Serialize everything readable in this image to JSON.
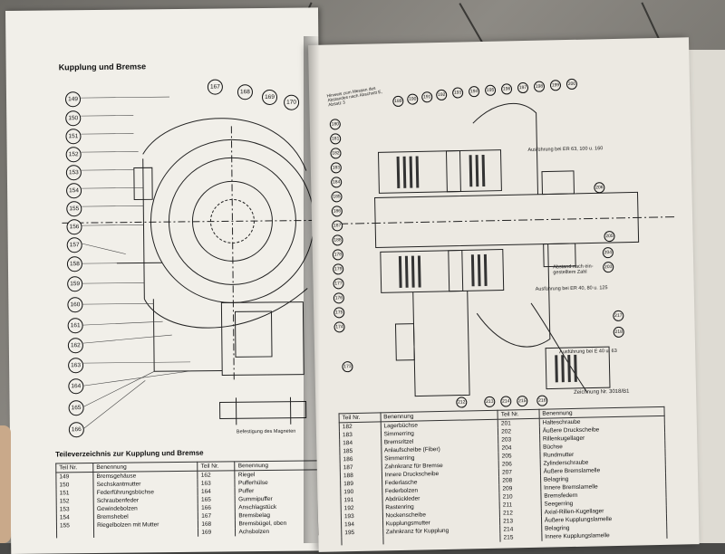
{
  "left_page": {
    "heading": "Kupplung und Bremse",
    "callouts": [
      "149",
      "150",
      "151",
      "152",
      "153",
      "154",
      "155",
      "156",
      "157",
      "158",
      "159",
      "160",
      "161",
      "162",
      "163",
      "164",
      "165",
      "166",
      "167",
      "168",
      "169",
      "170"
    ],
    "magnet_caption": "Befestigung des Magneten",
    "table_title": "Teileverzeichnis zur Kupplung und Bremse",
    "table_headers": [
      "Teil Nr.",
      "Benennung",
      "Teil Nr.",
      "Benennung"
    ],
    "rows": [
      [
        "149",
        "Bremsgehäuse",
        "162",
        "Riegel"
      ],
      [
        "150",
        "Sechskantmutter",
        "163",
        "Pufferhülse"
      ],
      [
        "151",
        "Federführungsbüchse",
        "164",
        "Puffer"
      ],
      [
        "152",
        "Schraubenfeder",
        "165",
        "Gummipuffer"
      ],
      [
        "153",
        "Gewindebolzen",
        "166",
        "Anschlagstück"
      ],
      [
        "154",
        "Bremshebel",
        "167",
        "Bremsbelag"
      ],
      [
        "155",
        "Riegelbolzen mit Mutter",
        "168",
        "Bremsbügel, oben"
      ],
      [
        "",
        "",
        "169",
        "Achsbolzen"
      ]
    ]
  },
  "right_page": {
    "top_note": "Hinweis zum Messen des Abstandes nach Abschnitt E, Absatz 3",
    "top_callouts": [
      "189",
      "190",
      "191",
      "192",
      "193",
      "194",
      "195",
      "196",
      "197",
      "198",
      "199",
      "200"
    ],
    "left_callouts": [
      "180",
      "181",
      "182",
      "183",
      "184",
      "185",
      "186",
      "187",
      "188",
      "178",
      "179",
      "177",
      "176",
      "175",
      "174",
      "173"
    ],
    "right_callouts": [
      "206",
      "205",
      "204",
      "203",
      "217",
      "218"
    ],
    "bottom_callouts": [
      "212",
      "213",
      "214",
      "215",
      "216"
    ],
    "note_er63": "Ausführung bei ER 63, 100 u. 160",
    "note_distance": "Abstand nach ein-gestelltem Zahl",
    "note_er40": "Ausführung bei ER 40, 80 u. 125",
    "note_e40": "Ausführung bei E 40 u. 63",
    "drawing_number": "Zeichnung Nr. 3018/B1",
    "table_headers": [
      "Teil Nr.",
      "Benennung",
      "Teil Nr.",
      "Benennung"
    ],
    "rows": [
      [
        "182",
        "Lagerbüchse",
        "201",
        "Halteschraube"
      ],
      [
        "183",
        "Simmerring",
        "202",
        "Äußere Druckscheibe"
      ],
      [
        "184",
        "Bremsritzel",
        "203",
        "Rillenkugellager"
      ],
      [
        "185",
        "Anlaufscheibe (Fiber)",
        "204",
        "Büchse"
      ],
      [
        "186",
        "Simmerring",
        "205",
        "Rundmutter"
      ],
      [
        "187",
        "Zahnkranz für Bremse",
        "206",
        "Zylinderschraube"
      ],
      [
        "188",
        "Innere Druckscheibe",
        "207",
        "Äußere Bremslamelle"
      ],
      [
        "189",
        "Federlasche",
        "208",
        "Belagring"
      ],
      [
        "190",
        "Federbolzen",
        "209",
        "Innere Bremslamelle"
      ],
      [
        "191",
        "Abdrückleder",
        "210",
        "Bremsfedern"
      ],
      [
        "192",
        "Rastenring",
        "211",
        "Seegerring"
      ],
      [
        "193",
        "Nockenscheibe",
        "212",
        "Axial-Rillen-Kugellager"
      ],
      [
        "194",
        "Kupplungsmutter",
        "213",
        "Äußere Kupplungslamelle"
      ],
      [
        "195",
        "Zahnkranz für Kupplung",
        "214",
        "Belagring"
      ],
      [
        "",
        "",
        "215",
        "Innere Kupplungslamelle"
      ]
    ]
  }
}
